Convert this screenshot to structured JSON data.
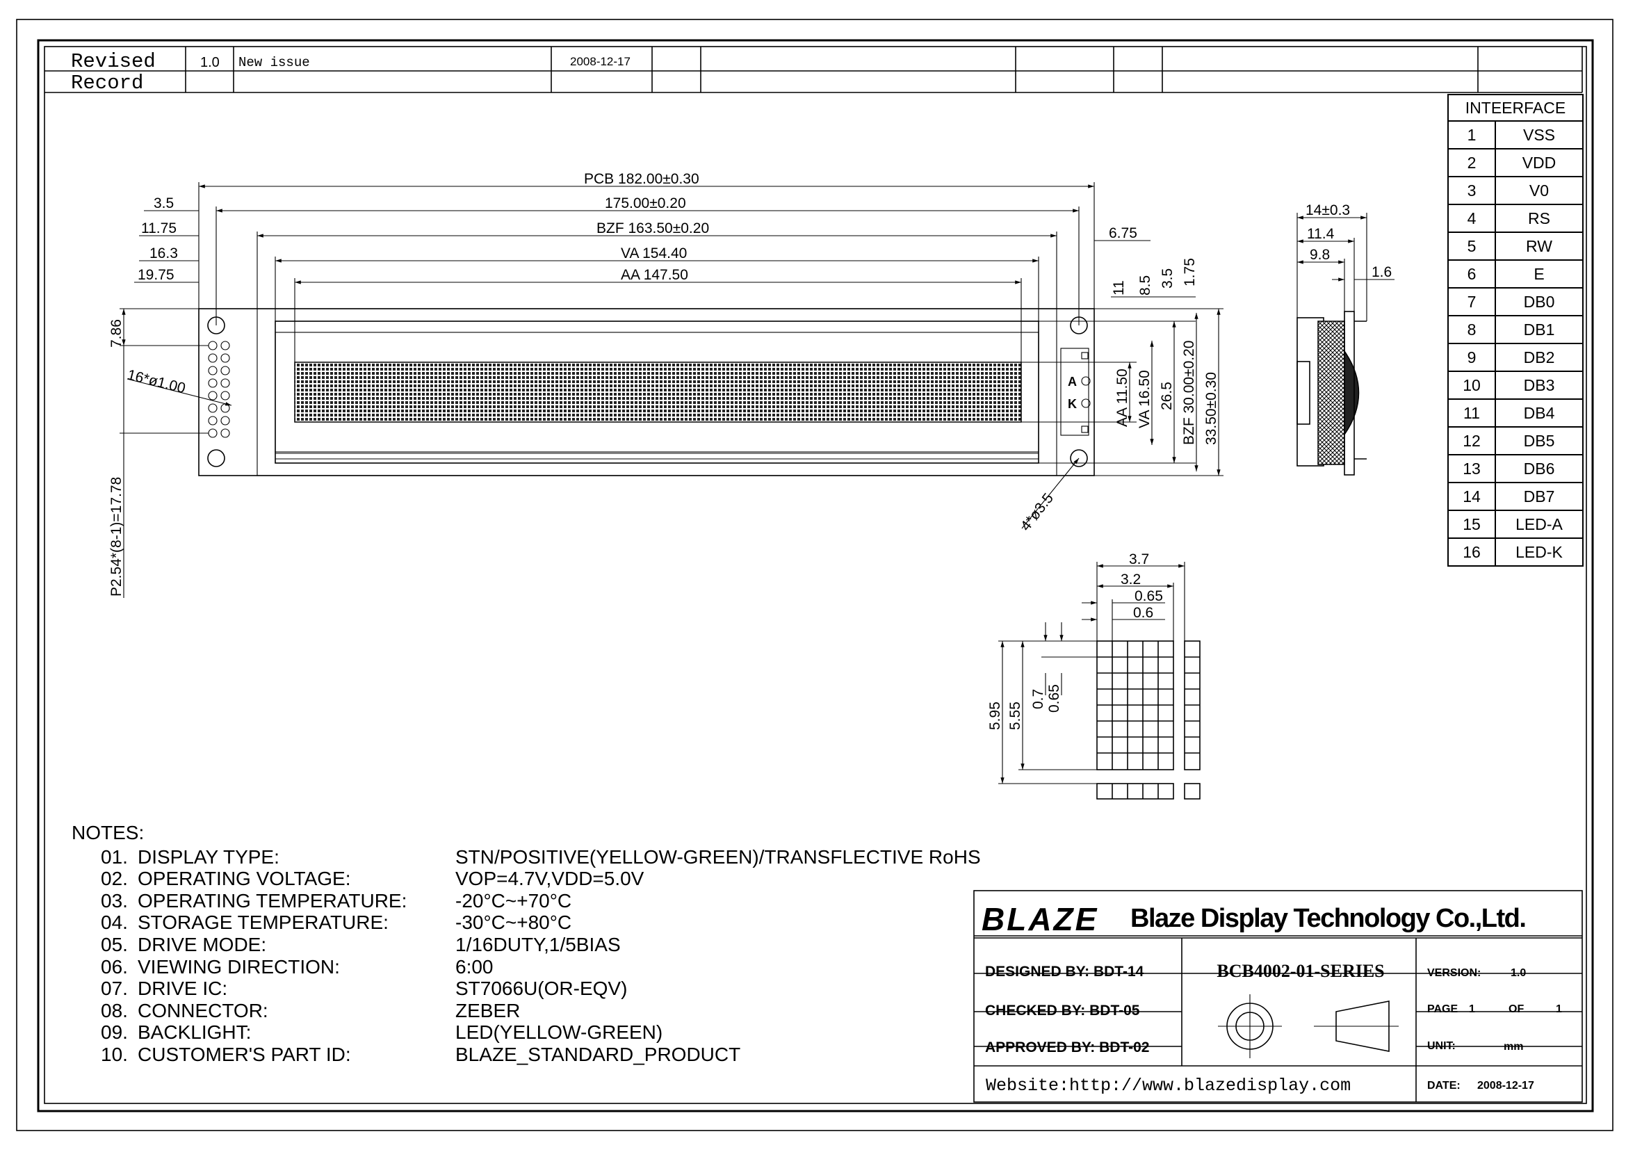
{
  "revision": {
    "title_line1": "Revised",
    "title_line2": "Record",
    "version": "1.0",
    "description": "New issue",
    "date": "2008-12-17"
  },
  "interface": {
    "header": "INTEERFACE",
    "pins": [
      {
        "no": "1",
        "name": "VSS"
      },
      {
        "no": "2",
        "name": "VDD"
      },
      {
        "no": "3",
        "name": "V0"
      },
      {
        "no": "4",
        "name": "RS"
      },
      {
        "no": "5",
        "name": "RW"
      },
      {
        "no": "6",
        "name": "E"
      },
      {
        "no": "7",
        "name": "DB0"
      },
      {
        "no": "8",
        "name": "DB1"
      },
      {
        "no": "9",
        "name": "DB2"
      },
      {
        "no": "10",
        "name": "DB3"
      },
      {
        "no": "11",
        "name": "DB4"
      },
      {
        "no": "12",
        "name": "DB5"
      },
      {
        "no": "13",
        "name": "DB6"
      },
      {
        "no": "14",
        "name": "DB7"
      },
      {
        "no": "15",
        "name": "LED-A"
      },
      {
        "no": "16",
        "name": "LED-K"
      }
    ]
  },
  "front_view": {
    "pcb": "PCB 182.00±0.30",
    "outline": "175.00±0.20",
    "bzf": "BZF 163.50±0.20",
    "va": "VA 154.40",
    "aa": "AA 147.50",
    "left_3_5": "3.5",
    "left_11_75": "11.75",
    "left_16_3": "16.3",
    "left_19_75": "19.75",
    "right_6_75": "6.75",
    "top_11": "11",
    "top_8_5": "8.5",
    "top_3_5": "3.5",
    "top_1_75": "1.75",
    "v_aa": "AA 11.50",
    "v_va": "VA 16.50",
    "v_26_5": "26.5",
    "v_bzf": "BZF 30.00±0.20",
    "v_pcb": "33.50±0.30",
    "hole_dim": "7.86",
    "pin_holes": "16*ø1.00",
    "pin_pitch": "P2.54*(8-1)=17.78",
    "mount_holes": "4*ø3.5",
    "led_a": "A",
    "led_k": "K"
  },
  "side_view": {
    "w1": "14±0.3",
    "w2": "11.4",
    "w3": "9.8",
    "w4": "1.6"
  },
  "char_detail": {
    "d1": "3.7",
    "d2": "3.2",
    "d3": "0.65",
    "d4": "0.6",
    "h1": "5.95",
    "h2": "5.55",
    "h3": "0.7",
    "h4": "0.65"
  },
  "notes": {
    "header": "NOTES:",
    "items": [
      {
        "num": "01.",
        "label": "DISPLAY  TYPE:",
        "value": "STN/POSITIVE(YELLOW-GREEN)/TRANSFLECTIVE RoHS"
      },
      {
        "num": "02.",
        "label": "OPERATING  VOLTAGE:",
        "value": "VOP=4.7V,VDD=5.0V"
      },
      {
        "num": "03.",
        "label": "OPERATING  TEMPERATURE:",
        "value": "-20°C~+70°C"
      },
      {
        "num": "04.",
        "label": "STORAGE  TEMPERATURE:",
        "value": "-30°C~+80°C"
      },
      {
        "num": "05.",
        "label": "DRIVE  MODE:",
        "value": "1/16DUTY,1/5BIAS"
      },
      {
        "num": "06.",
        "label": "VIEWING  DIRECTION:",
        "value": "6:00"
      },
      {
        "num": "07.",
        "label": "DRIVE  IC:",
        "value": "ST7066U(OR-EQV)"
      },
      {
        "num": "08.",
        "label": "CONNECTOR:",
        "value": "ZEBER"
      },
      {
        "num": "09.",
        "label": "BACKLIGHT:",
        "value": "LED(YELLOW-GREEN)"
      },
      {
        "num": "10.",
        "label": "CUSTOMER'S  PART  ID:",
        "value": "BLAZE_STANDARD_PRODUCT"
      }
    ]
  },
  "title_block": {
    "logo": "BLAZE",
    "company": "Blaze Display Technology Co.,Ltd.",
    "designed": "DESIGNED  BY:  BDT-14",
    "checked": "CHECKED  BY:  BDT-05",
    "approved": "APPROVED  BY: BDT-02",
    "part_no": "BCB4002-01-SERIES",
    "version_label": "VERSION:",
    "version_value": "1.0",
    "page_label": "PAGE",
    "page_no": "1",
    "of_label": "OF",
    "page_total": "1",
    "unit_label": "UNIT:",
    "unit_value": "mm",
    "date_label": "DATE:",
    "date_value": "2008-12-17",
    "website": "Website:http://www.blazedisplay.com"
  }
}
